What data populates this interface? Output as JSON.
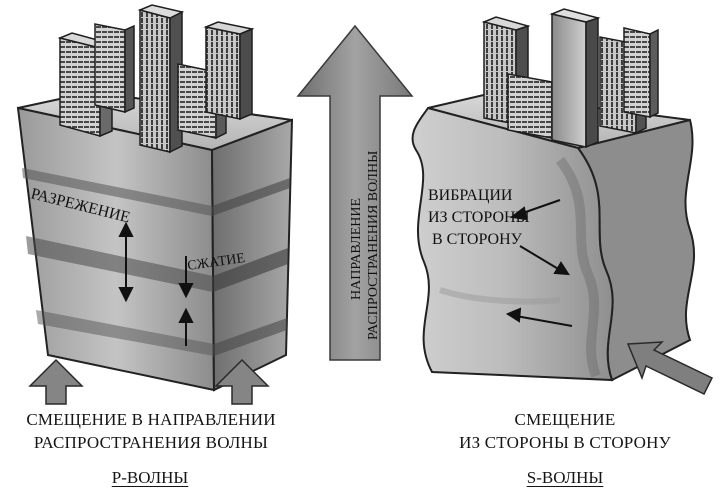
{
  "arrow_label": [
    "НАПРАВЛЕНИЕ",
    "РАСПРОСТРАНЕНИЯ ВОЛНЫ"
  ],
  "p_wave": {
    "rarefaction_label": "РАЗРЕЖЕНИЕ",
    "compression_label": "СЖАТИЕ",
    "caption": [
      "СМЕЩЕНИЕ В НАПРАВЛЕНИИ",
      "РАСПРОСТРАНЕНИЯ ВОЛНЫ"
    ],
    "title": "Р-ВОЛНЫ"
  },
  "s_wave": {
    "vibration_label": [
      "ВИБРАЦИИ",
      "ИЗ СТОРОНЫ",
      "В СТОРОНУ"
    ],
    "caption": [
      "СМЕЩЕНИЕ",
      "ИЗ СТОРОНЫ В СТОРОНУ"
    ],
    "title": "S-ВОЛНЫ"
  }
}
